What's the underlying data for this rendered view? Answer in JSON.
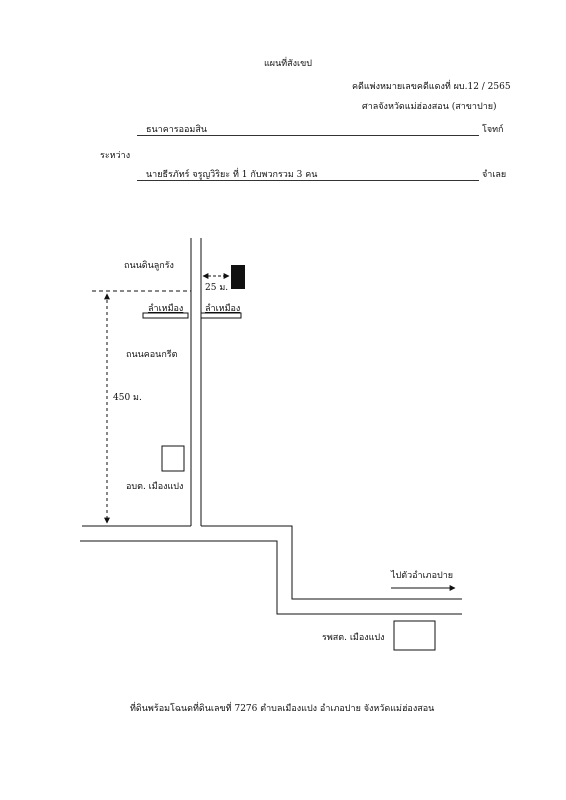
{
  "header": {
    "title": "แผนที่สังเขป",
    "case_no": "คดีแพ่งหมายเลขคดีแดงที่ ผบ.12 / 2565",
    "court": "ศาลจังหวัดแม่ฮ่องสอน (สาขาปาย)"
  },
  "parties": {
    "plaintiff": "ธนาคารออมสิน",
    "plaintiff_role": "โจทก์",
    "between": "ระหว่าง",
    "defendant": "นายธีรภัทร์ จรูญวิริยะ ที่ 1 กับพวกรวม 3 คน",
    "defendant_role": "จำเลย"
  },
  "map": {
    "dirt_road": "ถนนดินลูกรัง",
    "distance_side": "25 ม.",
    "ditch_left": "ลำเหมือง",
    "ditch_right": "ลำเหมือง",
    "concrete_road": "ถนนคอนกรีต",
    "distance_main": "450 ม.",
    "sao_office": "อบต. เมืองแปง",
    "to_district": "ไปตัวอำเภอปาย",
    "hospital": "รพสต. เมืองแปง"
  },
  "footer": {
    "caption": "ที่ดินพร้อมโฉนดที่ดินเลขที่ 7276 ตำบลเมืองแปง อำเภอปาย จังหวัดแม่ฮ่องสอน"
  }
}
